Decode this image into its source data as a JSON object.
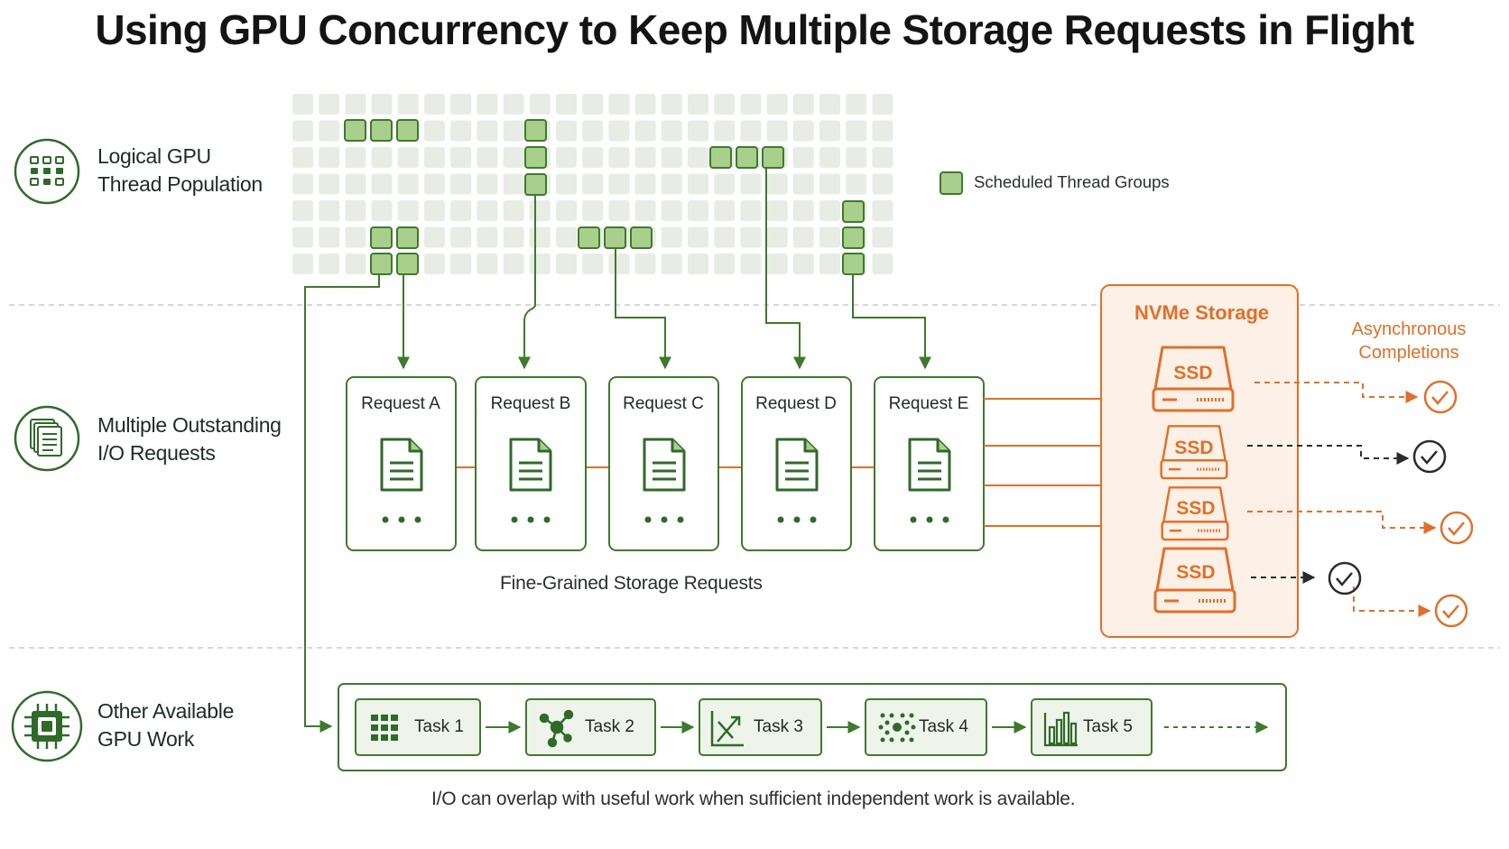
{
  "title": "Using GPU Concurrency to Keep Multiple Storage Requests in Flight",
  "rows": {
    "gpu_threads": {
      "line1": "Logical GPU",
      "line2": "Thread Population",
      "icon": "grid-icon"
    },
    "io_requests": {
      "line1": "Multiple Outstanding",
      "line2": "I/O Requests",
      "icon": "documents-icon"
    },
    "other_work": {
      "line1": "Other Available",
      "line2": "GPU Work",
      "icon": "chip-icon"
    }
  },
  "legend": {
    "label": "Scheduled Thread Groups"
  },
  "requests": [
    {
      "label": "Request A"
    },
    {
      "label": "Request B"
    },
    {
      "label": "Request C"
    },
    {
      "label": "Request D"
    },
    {
      "label": "Request E"
    }
  ],
  "requests_caption": "Fine-Grained Storage Requests",
  "storage": {
    "title": "NVMe Storage",
    "ssds": [
      "SSD",
      "SSD",
      "SSD",
      "SSD"
    ]
  },
  "completions": {
    "line1": "Asynchronous",
    "line2": "Completions"
  },
  "tasks": [
    {
      "label": "Task 1",
      "icon": "grid-icon"
    },
    {
      "label": "Task 2",
      "icon": "network-icon"
    },
    {
      "label": "Task 3",
      "icon": "chart-arrow-icon"
    },
    {
      "label": "Task 4",
      "icon": "scatter-icon"
    },
    {
      "label": "Task 5",
      "icon": "bar-chart-icon"
    }
  ],
  "footer": "I/O can overlap with useful work when sufficient independent work is available.",
  "colors": {
    "green": "#4e8a35",
    "green_dark": "#2f6a2a",
    "green_fill": "#a9cf8c",
    "grid_cell": "#e7ece4",
    "orange": "#e0702a",
    "orange_fill": "#fdf0e6",
    "dark": "#2b2b2b"
  }
}
